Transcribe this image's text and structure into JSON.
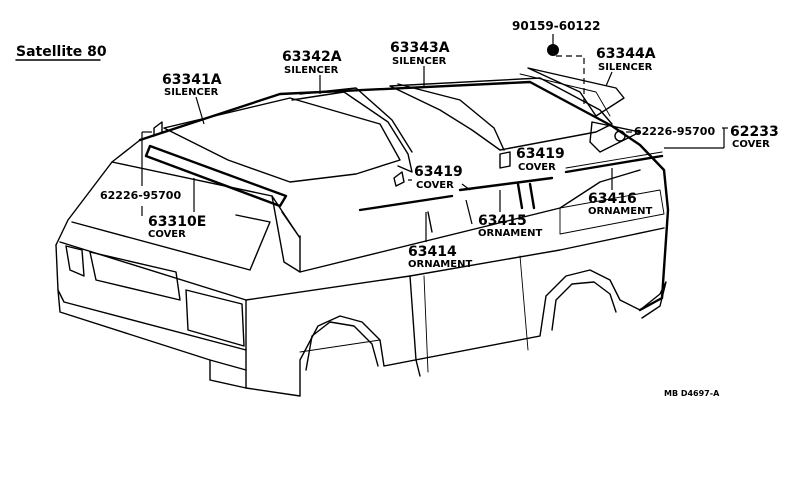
{
  "title": "Satellite 80",
  "diagram_code": "MB  D4697-A",
  "parts": {
    "p63341a": {
      "number": "63341A",
      "name": "SILENCER"
    },
    "p63342a": {
      "number": "63342A",
      "name": "SILENCER"
    },
    "p63343a": {
      "number": "63343A",
      "name": "SILENCER"
    },
    "p63344a": {
      "number": "63344A",
      "name": "SILENCER"
    },
    "p90159": {
      "number": "90159-60122"
    },
    "p62226_right": {
      "number": "62226-95700"
    },
    "p62226_left": {
      "number": "62226-95700"
    },
    "p62233": {
      "number": "62233",
      "name": "COVER"
    },
    "p63310e": {
      "number": "63310E",
      "name": "COVER"
    },
    "p63419_a": {
      "number": "63419",
      "name": "COVER"
    },
    "p63419_b": {
      "number": "63419",
      "name": "COVER"
    },
    "p63416": {
      "number": "63416",
      "name": "ORNAMENT"
    },
    "p63415": {
      "number": "63415",
      "name": "ORNAMENT"
    },
    "p63414": {
      "number": "63414",
      "name": "ORNAMENT"
    }
  }
}
